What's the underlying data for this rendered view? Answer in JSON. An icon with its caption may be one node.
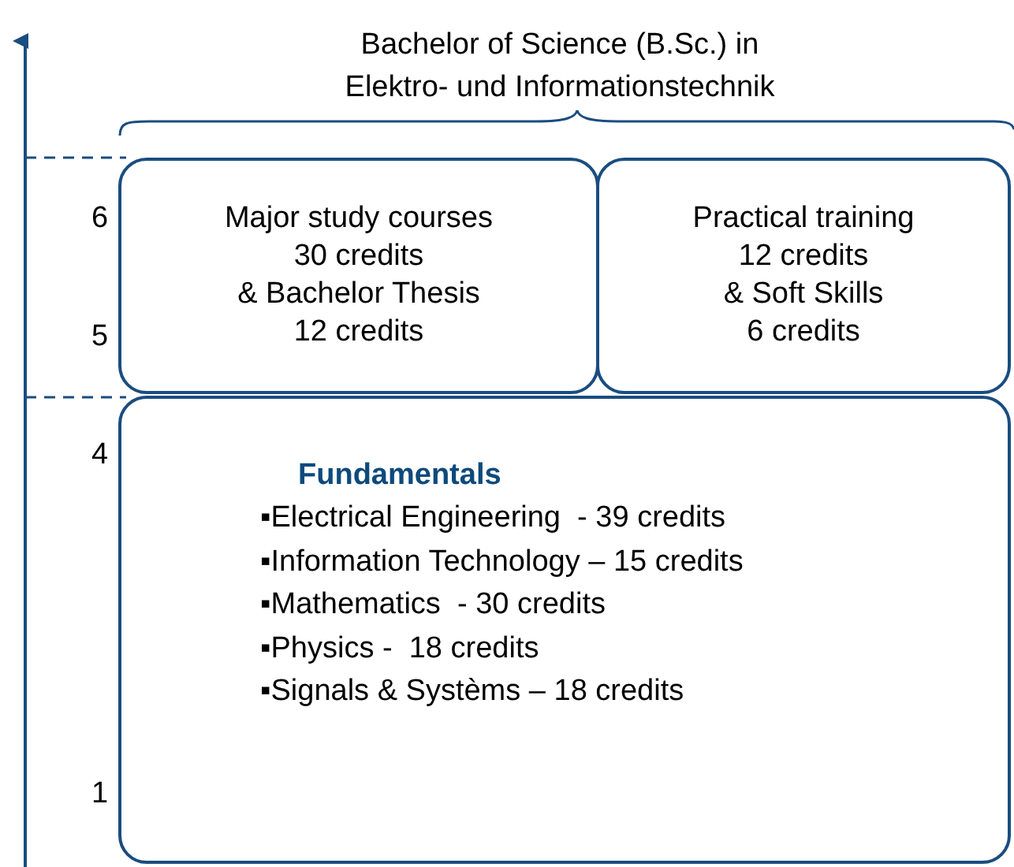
{
  "diagram": {
    "title": "Bachelor of Science (B.Sc.) in Elektro- und Informationstechnik",
    "nodes": [
      {
        "text": [
          "Major study courses",
          "30 credits",
          "& Bachelor Thesis",
          "12 credits"
        ]
      },
      {
        "text": [
          "Practical training",
          "12 credits",
          "& Soft Skills",
          "6 credits"
        ]
      },
      {
        "text": [
          "Fundamentals",
          "▪Electrical Engineering  - 39 credits",
          "▪Information Technology – 15 credits",
          "▪Mathematics  - 30 credits",
          "▪Physics -  18 credits",
          "▪Signals & Systèms – 18 credits"
        ]
      }
    ],
    "edges": [],
    "labels": [
      "6",
      "5",
      "4",
      "1"
    ]
  }
}
